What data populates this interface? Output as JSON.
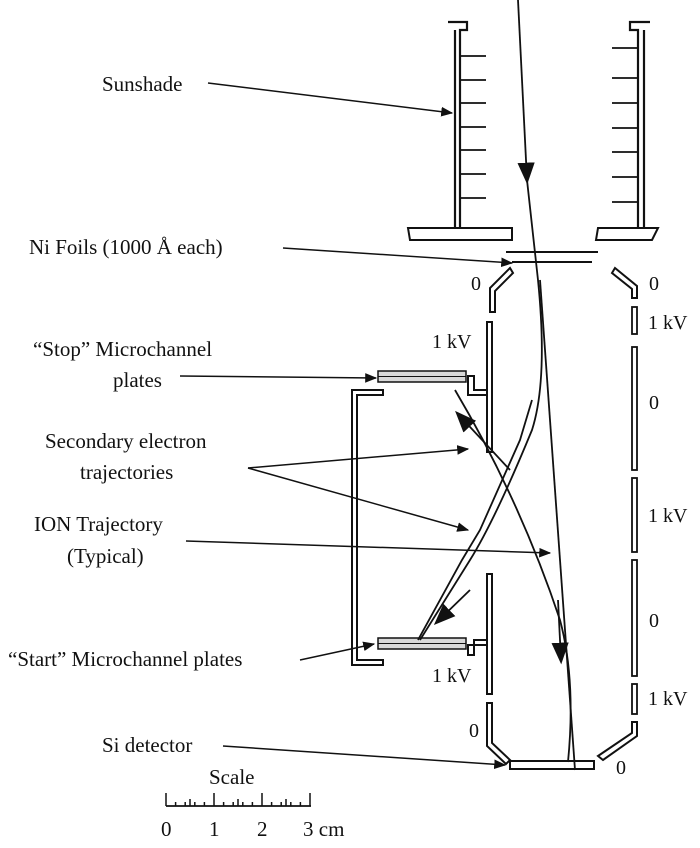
{
  "labels": {
    "sunshade": "Sunshade",
    "ni_foils": "Ni Foils (1000 Å each)",
    "stop_mcp_line1": "“Stop” Microchannel",
    "stop_mcp_line2": "plates",
    "secondary_line1": "Secondary electron",
    "secondary_line2": "trajectories",
    "ion_line1": "ION Trajectory",
    "ion_line2": "(Typical)",
    "start_mcp": "“Start” Microchannel plates",
    "si_detector": "Si detector"
  },
  "voltages": {
    "left_top": "0",
    "right_top": "0",
    "right_1": "1 kV",
    "left_1": "1 kV",
    "right_2": "0",
    "right_3": "1 kV",
    "right_4": "0",
    "left_2": "1 kV",
    "right_5": "1 kV",
    "left_bottom": "0",
    "right_bottom": "0"
  },
  "scale": {
    "title": "Scale",
    "ticks": [
      "0",
      "1",
      "2",
      "3 cm"
    ]
  }
}
